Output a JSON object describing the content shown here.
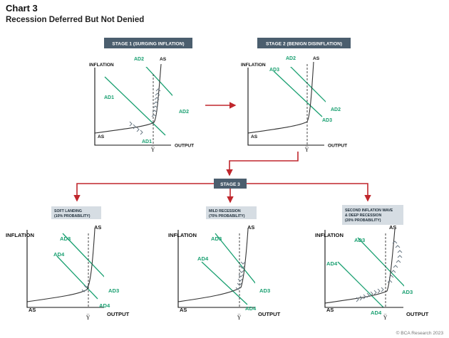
{
  "header": {
    "chart_number": "Chart 3",
    "title": "Recession Deferred But Not Denied"
  },
  "stages": {
    "stage1": "STAGE 1 (SURGING INFLATION)",
    "stage2": "STAGE 2 (BENIGN DISINFLATION)",
    "stage3": "STAGE 3"
  },
  "scenarios": {
    "soft_landing": {
      "line1": "SOFT LANDING",
      "line2": "(10% PROBABILITY)"
    },
    "mild_recession": {
      "line1": "MILD RECESSION",
      "line2": "(70% PROBABILITY)"
    },
    "second_wave": {
      "line1": "SECOND INFLATION WAVE",
      "line2": "& DEEP RECESSION",
      "line3": "(20% PROBABILITY)"
    }
  },
  "axes": {
    "y_label": "INFLATION",
    "x_label": "OUTPUT",
    "potential_output": "Y̅"
  },
  "curves": {
    "as": "AS",
    "ad1": "AD1",
    "ad2": "AD2",
    "ad3": "AD3",
    "ad4": "AD4"
  },
  "footer": {
    "copyright": "© BCA Research 2023"
  },
  "colors": {
    "title_box": "#4b5e6e",
    "scenario_box": "#d6dde3",
    "arrow": "#c0272d",
    "ad_line": "#1aa071",
    "axis": "#111111",
    "chevron": "#6b7a85"
  }
}
